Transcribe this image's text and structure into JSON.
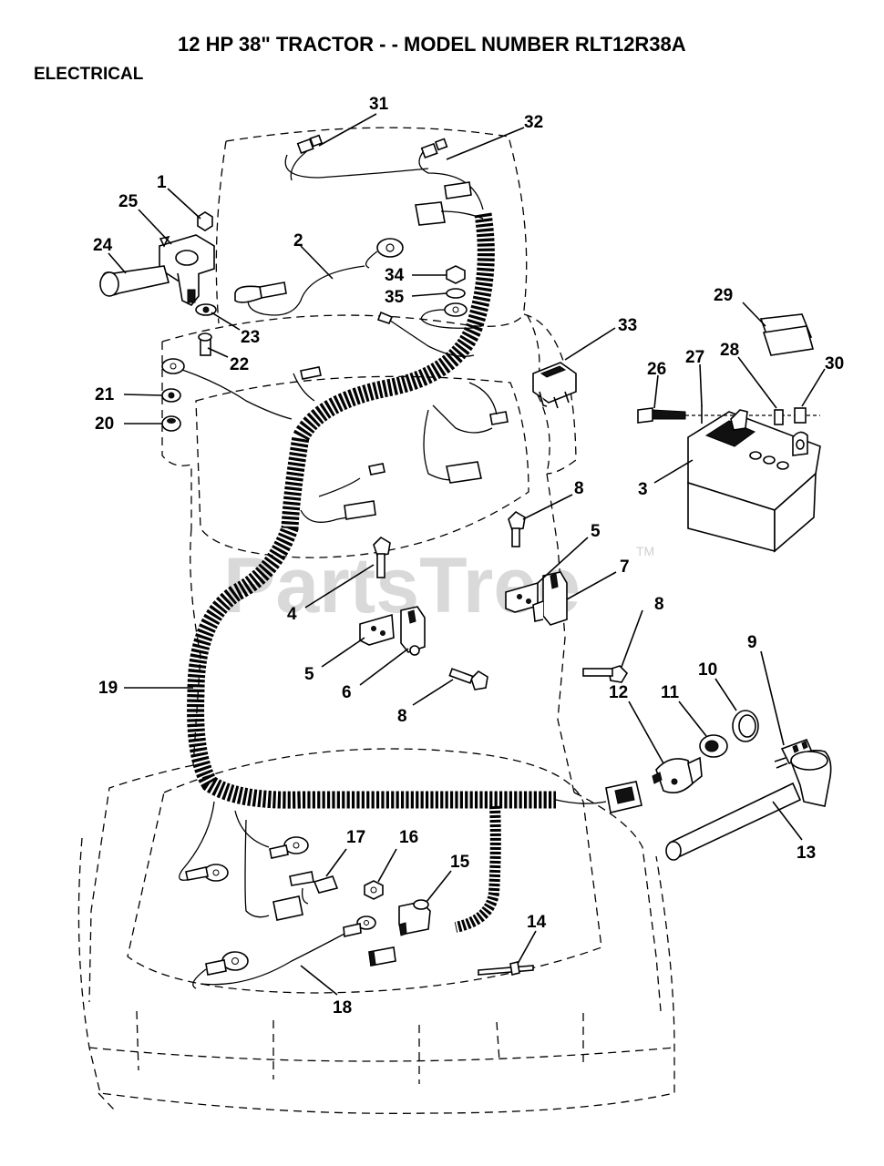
{
  "header": {
    "title": "12 HP 38\" TRACTOR - - MODEL NUMBER RLT12R38A",
    "section": "ELECTRICAL"
  },
  "watermark": {
    "text": "PartsTree",
    "tm": "TM"
  },
  "callouts": [
    {
      "id": "c31",
      "text": "31"
    },
    {
      "id": "c32",
      "text": "32"
    },
    {
      "id": "c1",
      "text": "1"
    },
    {
      "id": "c25",
      "text": "25"
    },
    {
      "id": "c24",
      "text": "24"
    },
    {
      "id": "c2",
      "text": "2"
    },
    {
      "id": "c34",
      "text": "34"
    },
    {
      "id": "c35",
      "text": "35"
    },
    {
      "id": "c23",
      "text": "23"
    },
    {
      "id": "c22",
      "text": "22"
    },
    {
      "id": "c29",
      "text": "29"
    },
    {
      "id": "c33",
      "text": "33"
    },
    {
      "id": "c26",
      "text": "26"
    },
    {
      "id": "c27",
      "text": "27"
    },
    {
      "id": "c28",
      "text": "28"
    },
    {
      "id": "c30",
      "text": "30"
    },
    {
      "id": "c21",
      "text": "21"
    },
    {
      "id": "c20",
      "text": "20"
    },
    {
      "id": "c3",
      "text": "3"
    },
    {
      "id": "c8a",
      "text": "8"
    },
    {
      "id": "c5a",
      "text": "5"
    },
    {
      "id": "c7",
      "text": "7"
    },
    {
      "id": "c4",
      "text": "4"
    },
    {
      "id": "c8b",
      "text": "8"
    },
    {
      "id": "c5b",
      "text": "5"
    },
    {
      "id": "c6",
      "text": "6"
    },
    {
      "id": "c9",
      "text": "9"
    },
    {
      "id": "c19",
      "text": "19"
    },
    {
      "id": "c10",
      "text": "10"
    },
    {
      "id": "c8c",
      "text": "8"
    },
    {
      "id": "c11",
      "text": "11"
    },
    {
      "id": "c12",
      "text": "12"
    },
    {
      "id": "c17",
      "text": "17"
    },
    {
      "id": "c16",
      "text": "16"
    },
    {
      "id": "c15",
      "text": "15"
    },
    {
      "id": "c13",
      "text": "13"
    },
    {
      "id": "c14",
      "text": "14"
    },
    {
      "id": "c18",
      "text": "18"
    }
  ]
}
